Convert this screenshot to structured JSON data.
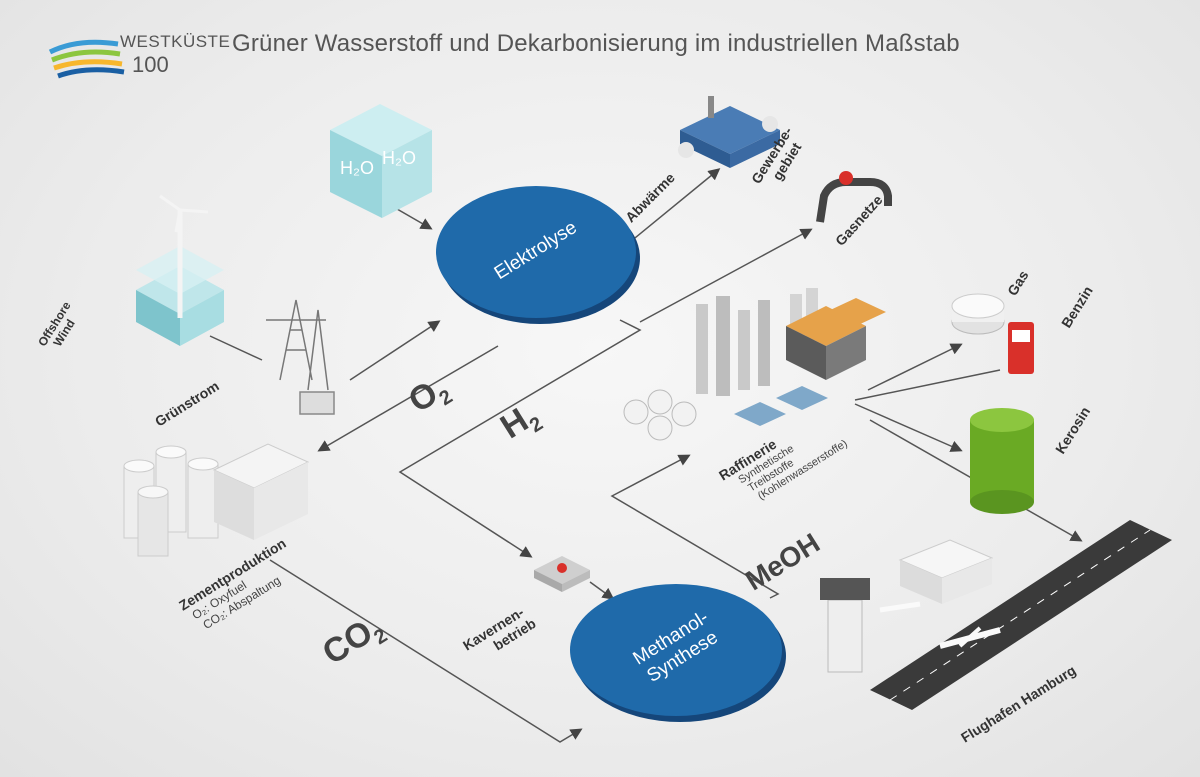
{
  "header": {
    "title": "Grüner Wasserstoff und Dekarbonisierung im industriellen Maßstab",
    "logo_line1": "WESTKÜSTE",
    "logo_line2": "100"
  },
  "nodes": {
    "elektrolyse": "Elektrolyse",
    "methanol_line1": "Methanol-",
    "methanol_line2": "Synthese",
    "h2o_a": "H₂O",
    "h2o_b": "H₂O"
  },
  "labels": {
    "offshore_line1": "Offshore",
    "offshore_line2": "Wind",
    "gruenstrom": "Grünstrom",
    "abwaerme": "Abwärme",
    "gewerbe_line1": "Gewerbe-",
    "gewerbe_line2": "gebiet",
    "gasnetze": "Gasnetze",
    "gas": "Gas",
    "benzin": "Benzin",
    "kerosin": "Kerosin",
    "raffinerie": "Raffinerie",
    "raffinerie_note1": "Synthetische",
    "raffinerie_note2": "Treibstoffe",
    "raffinerie_note3": "(Kohlenwasserstoffe)",
    "zement": "Zementproduktion",
    "zement_note1": "O₂: Oxyfuel",
    "zement_note2": "CO₂: Abspaltung",
    "kavernen_line1": "Kavernen-",
    "kavernen_line2": "betrieb",
    "flughafen": "Flughafen Hamburg"
  },
  "molecules": {
    "o2": "O",
    "o2_sub": "2",
    "h2": "H",
    "h2_sub": "2",
    "co2": "CO",
    "co2_sub": "2",
    "meoh": "MeOH"
  },
  "colors": {
    "circle": "#1f6aaa",
    "line": "#444444",
    "water": "#8fd3d8",
    "barrel": "#7fbd2f",
    "pump": "#d9302a",
    "runway": "#3a3a3a"
  }
}
